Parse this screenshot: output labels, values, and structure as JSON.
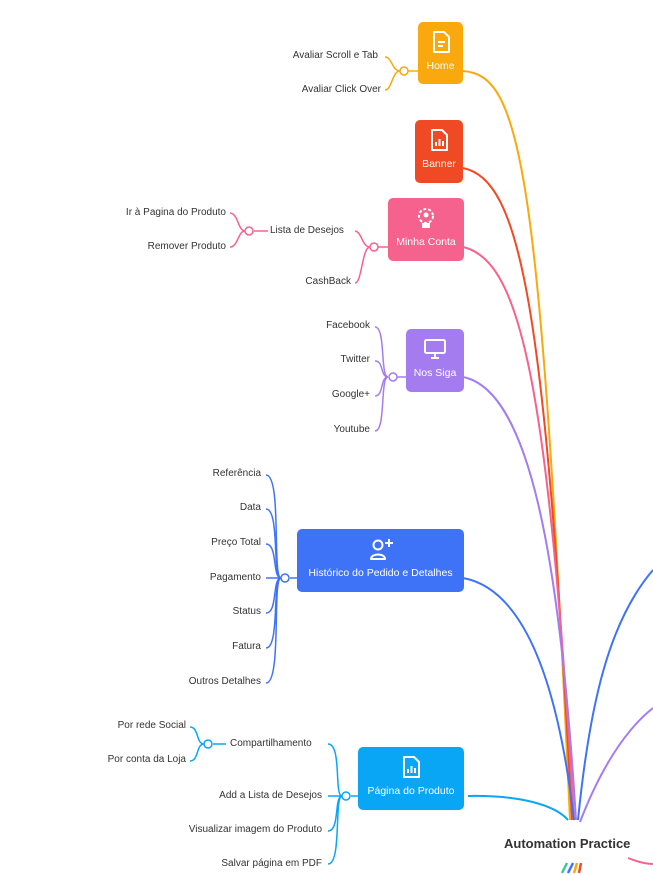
{
  "root": {
    "label": "Automation Practice"
  },
  "colors": {
    "home": "#f9a80d",
    "banner": "#f04a24",
    "conta": "#f5628e",
    "siga": "#a47cf0",
    "hist": "#3f73f7",
    "produto": "#09a6f6",
    "text": "#333333"
  },
  "home": {
    "label": "Home",
    "icon": "document-icon",
    "items": [
      "Avaliar Scroll e Tab",
      "Avaliar Click Over"
    ]
  },
  "banner": {
    "label": "Banner",
    "icon": "chart-document-icon"
  },
  "conta": {
    "label": "Minha Conta",
    "icon": "user-badge-icon",
    "wishlist": {
      "label": "Lista de Desejos",
      "items": [
        "Ir à Pagina do Produto",
        "Remover Produto"
      ]
    },
    "cashback": "CashBack"
  },
  "siga": {
    "label": "Nos Siga",
    "icon": "presentation-icon",
    "items": [
      "Facebook",
      "Twitter",
      "Google+",
      "Youtube"
    ]
  },
  "hist": {
    "label": "Histórico do Pedido e Detalhes",
    "icon": "add-user-icon",
    "items": [
      "Referência",
      "Data",
      "Preço Total",
      "Pagamento",
      "Status",
      "Fatura",
      "Outros Detalhes"
    ]
  },
  "produto": {
    "label": "Página do Produto",
    "icon": "chart-document-icon",
    "share": {
      "label": "Compartilhamento",
      "items": [
        "Por rede Social",
        "Por conta da Loja"
      ]
    },
    "items": [
      "Add a Lista de Desejos",
      "Visualizar imagem do Produto",
      "Salvar página em PDF"
    ]
  }
}
